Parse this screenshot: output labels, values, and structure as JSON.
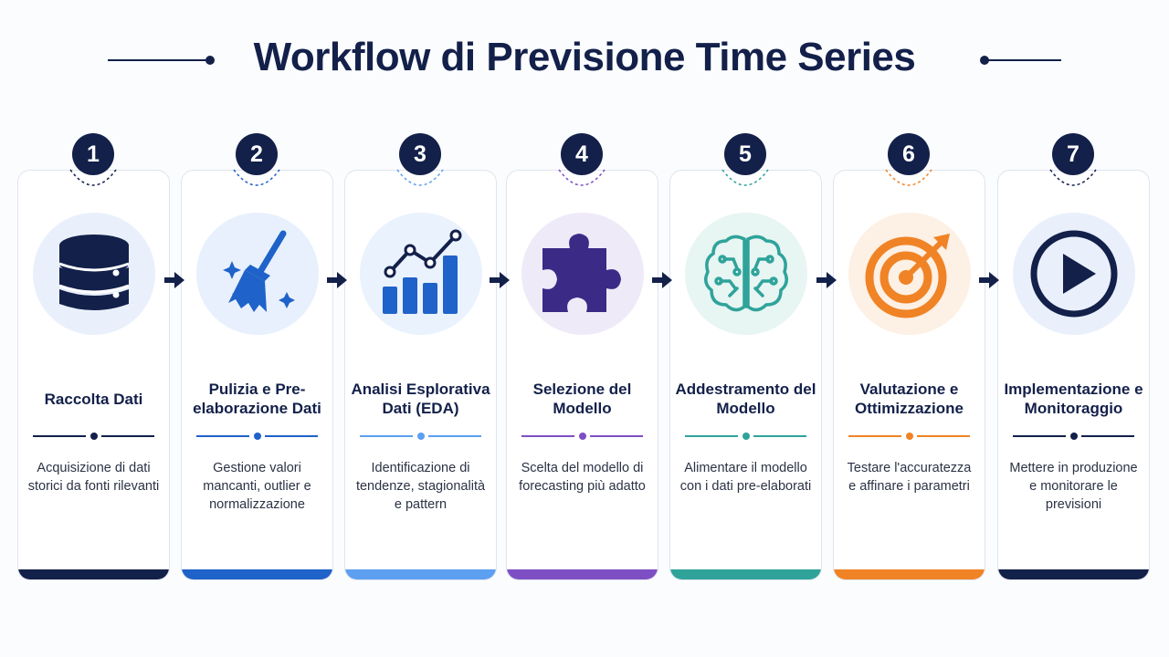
{
  "title": "Workflow di Previsione Time Series",
  "steps": [
    {
      "number": "1",
      "title": "Raccolta Dati",
      "description": "Acquisizione di dati storici da fonti rilevanti",
      "icon": "database-icon",
      "accent": "#13204a",
      "tint": "#e9f0fb"
    },
    {
      "number": "2",
      "title": "Pulizia e Pre-elaborazione Dati",
      "description": "Gestione valori mancanti, outlier e normalizzazione",
      "icon": "broom-icon",
      "accent": "#1f62c9",
      "tint": "#e8f0fd"
    },
    {
      "number": "3",
      "title": "Analisi Esplorativa Dati (EDA)",
      "description": "Identificazione di tendenze, stagionalità e pattern",
      "icon": "chart-icon",
      "accent": "#5d9ff0",
      "tint": "#eaf2fd"
    },
    {
      "number": "4",
      "title": "Selezione del Modello",
      "description": "Scelta del modello di forecasting più adatto",
      "icon": "puzzle-icon",
      "accent": "#7e4fc4",
      "tint": "#efeaf8"
    },
    {
      "number": "5",
      "title": "Addestramento del Modello",
      "description": "Alimentare il modello con i dati pre-elaborati",
      "icon": "brain-icon",
      "accent": "#2fa39a",
      "tint": "#e7f5f3"
    },
    {
      "number": "6",
      "title": "Valutazione e Ottimizzazione",
      "description": "Testare l'accuratezza e affinare i parametri",
      "icon": "target-icon",
      "accent": "#f08325",
      "tint": "#fdf0e4"
    },
    {
      "number": "7",
      "title": "Implementazione e Monitoraggio",
      "description": "Mettere in produzione e monitorare le previsioni",
      "icon": "play-icon",
      "accent": "#13204a",
      "tint": "#e9f0fb"
    }
  ]
}
